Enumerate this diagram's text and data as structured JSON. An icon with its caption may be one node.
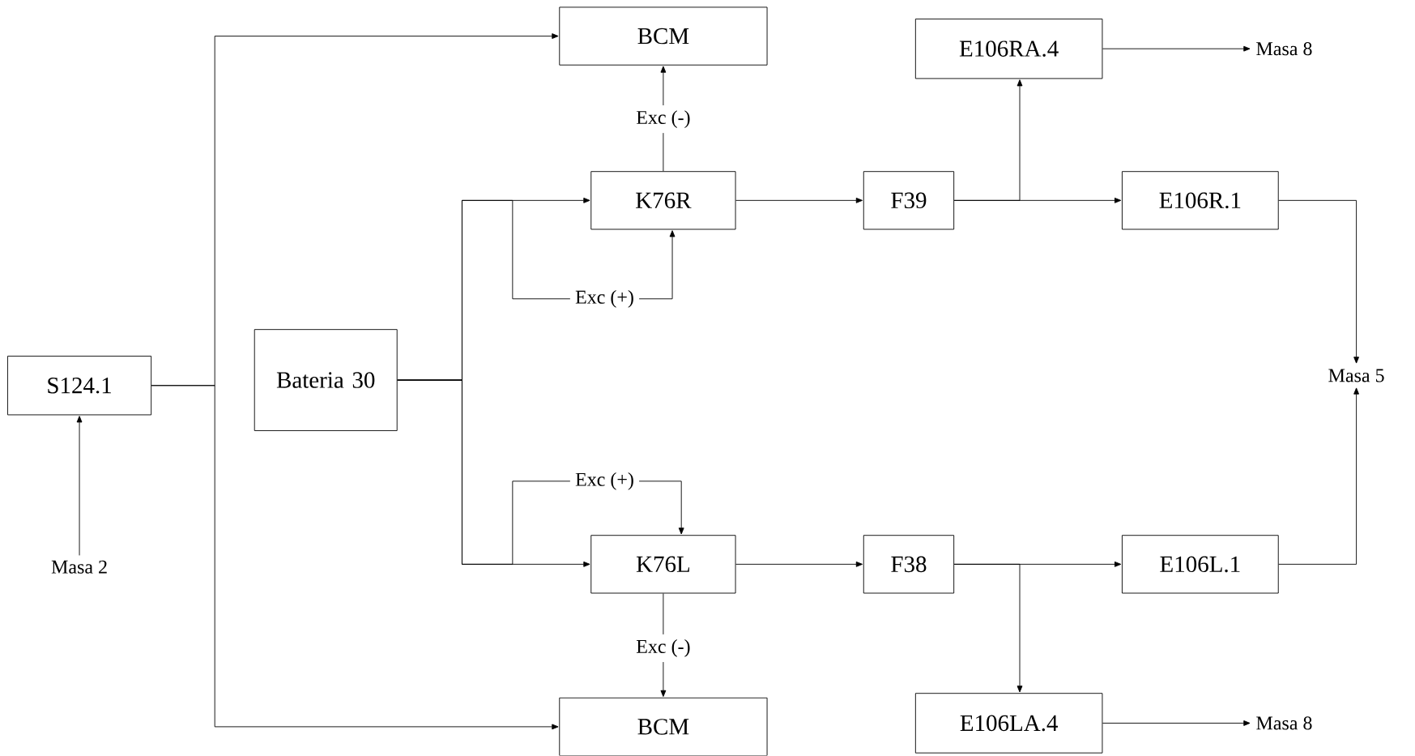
{
  "diagram": {
    "nodes": [
      {
        "text": [
          "S124.1"
        ]
      },
      {
        "text": [
          "Masa 2"
        ]
      },
      {
        "text": [
          "Bateria 30"
        ]
      },
      {
        "text": [
          "BCM"
        ]
      },
      {
        "text": [
          "Exc (-)"
        ]
      },
      {
        "text": [
          "K76R"
        ]
      },
      {
        "text": [
          "Exc (+)"
        ]
      },
      {
        "text": [
          "F39"
        ]
      },
      {
        "text": [
          "E106RA.4"
        ]
      },
      {
        "text": [
          "Masa 8"
        ]
      },
      {
        "text": [
          "E106R.1"
        ]
      },
      {
        "text": [
          "Masa 5"
        ]
      },
      {
        "text": [
          "Exc (+)"
        ]
      },
      {
        "text": [
          "K76L"
        ]
      },
      {
        "text": [
          "F38"
        ]
      },
      {
        "text": [
          "E106L.1"
        ]
      },
      {
        "text": [
          "Exc (-)"
        ]
      },
      {
        "text": [
          "E106LA.4"
        ]
      },
      {
        "text": [
          "BCM"
        ]
      },
      {
        "text": [
          "Masa 8"
        ]
      }
    ],
    "edges": [
      {
        "from": 1,
        "to": 0,
        "arrow": "to"
      },
      {
        "from": 0,
        "to": 3,
        "arrow": "to"
      },
      {
        "from": 0,
        "to": 18,
        "arrow": "to"
      },
      {
        "from": 2,
        "to": 5,
        "arrow": "to"
      },
      {
        "from": 2,
        "to": 6,
        "arrow": "none"
      },
      {
        "from": 6,
        "to": 5,
        "arrow": "to"
      },
      {
        "from": 5,
        "to": 4,
        "arrow": "none"
      },
      {
        "from": 4,
        "to": 3,
        "arrow": "to"
      },
      {
        "from": 5,
        "to": 7,
        "arrow": "to"
      },
      {
        "from": 7,
        "to": 8,
        "arrow": "to"
      },
      {
        "from": 7,
        "to": 10,
        "arrow": "to"
      },
      {
        "from": 8,
        "to": 9,
        "arrow": "to"
      },
      {
        "from": 10,
        "to": 11,
        "arrow": "to"
      },
      {
        "from": 2,
        "to": 13,
        "arrow": "to"
      },
      {
        "from": 2,
        "to": 12,
        "arrow": "none"
      },
      {
        "from": 12,
        "to": 13,
        "arrow": "to"
      },
      {
        "from": 13,
        "to": 16,
        "arrow": "none"
      },
      {
        "from": 16,
        "to": 18,
        "arrow": "to"
      },
      {
        "from": 13,
        "to": 14,
        "arrow": "to"
      },
      {
        "from": 14,
        "to": 15,
        "arrow": "to"
      },
      {
        "from": 14,
        "to": 17,
        "arrow": "to"
      },
      {
        "from": 15,
        "to": 11,
        "arrow": "to"
      },
      {
        "from": 17,
        "to": 19,
        "arrow": "to"
      }
    ]
  }
}
